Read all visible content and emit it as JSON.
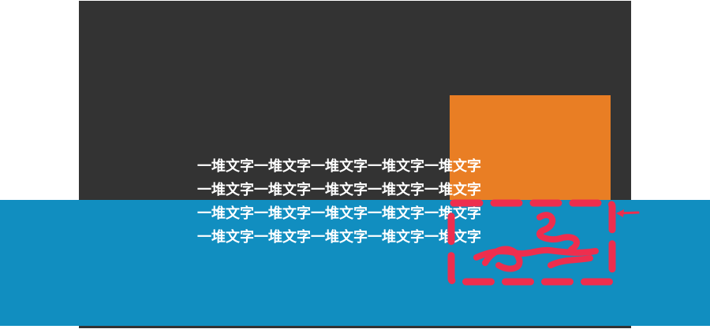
{
  "scene": {
    "colors": {
      "dark_panel": "#333333",
      "orange_box": "#e97e24",
      "blue_band": "#118ec0",
      "text": "#ffffff",
      "annotation": "#ee2e4e"
    },
    "text_lines": [
      "一堆文字一堆文字一堆文字一堆文字一堆文字",
      "一堆文字一堆文字一堆文字一堆文字一堆文字",
      "一堆文字一堆文字一堆文字一堆文字一堆文字",
      "一堆文字一堆文字一堆文字一堆文字一堆文字"
    ],
    "annotation": {
      "marker_icon": "dashed-highlight-box",
      "pointer_icon": "arrow-pointer-icon"
    }
  }
}
